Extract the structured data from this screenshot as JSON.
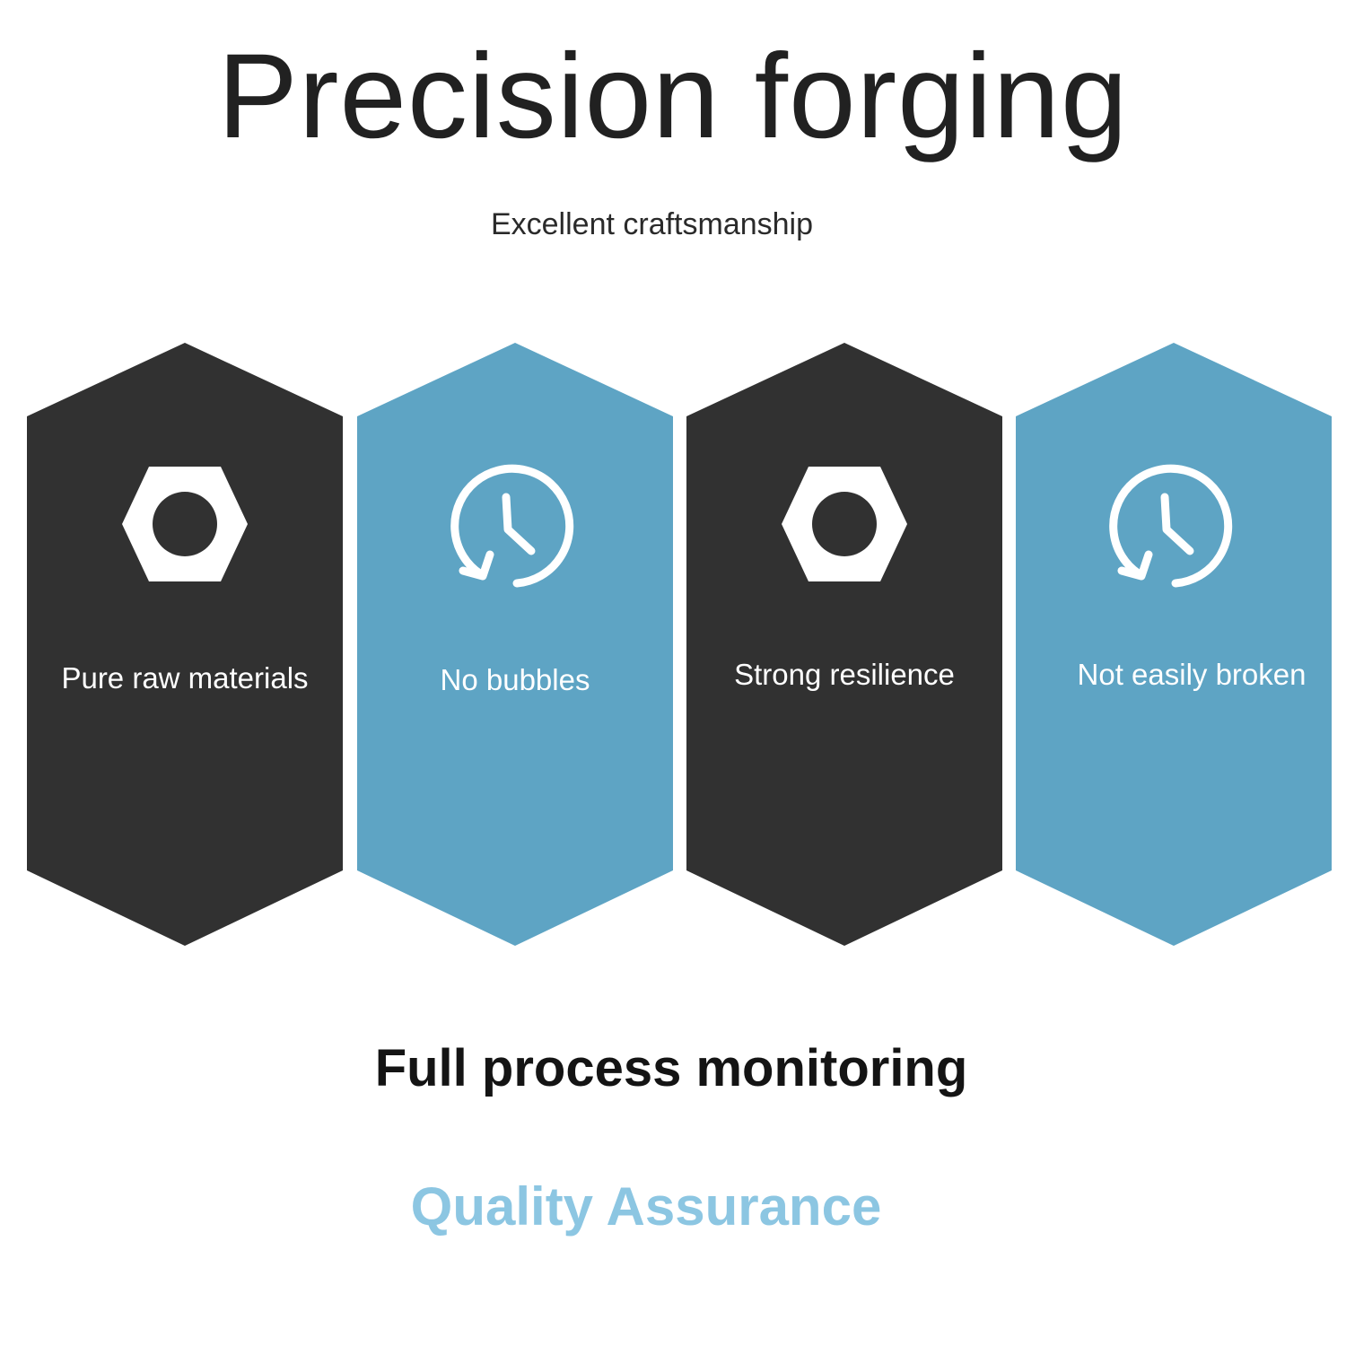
{
  "header": {
    "title": "Precision forging",
    "subtitle": "Excellent craftsmanship"
  },
  "colors": {
    "dark_panel": "#313131",
    "blue_panel": "#5ea4c4",
    "accent_text": "#8cc6e2",
    "icon": "#ffffff"
  },
  "features": [
    {
      "label": "Pure raw materials",
      "icon": "hex-nut-icon",
      "variant": "dark"
    },
    {
      "label": "No bubbles",
      "icon": "clock-cycle-icon",
      "variant": "blue"
    },
    {
      "label": "Strong resilience",
      "icon": "hex-nut-icon",
      "variant": "dark"
    },
    {
      "label": "Not easily broken",
      "icon": "clock-cycle-icon",
      "variant": "blue"
    }
  ],
  "footer": {
    "heading": "Full process monitoring",
    "tagline": "Quality Assurance"
  }
}
